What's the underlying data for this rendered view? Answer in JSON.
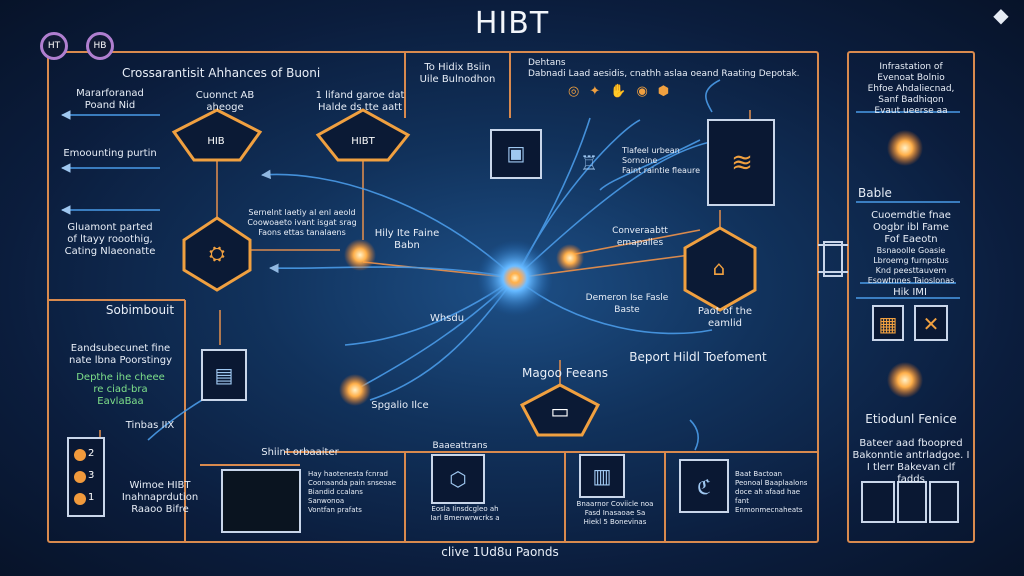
{
  "title": "HIBT",
  "header": {
    "logo_left": "HT",
    "logo_right": "HB",
    "corner_icon": "tilted-square-icon"
  },
  "footer": {
    "caption": "clive 1Ud8u Paonds"
  },
  "left_panel": {
    "heading": "Crossarantisit Ahhances of Buoni",
    "items": [
      "Mararforanad\nPoand Nid",
      "Emoounting purtin",
      "Gluamont parted\nof ltayy rooothig,\nCating Nlaeonatte",
      "Sobimbouit",
      "Eandsubecunet fine\nnate lbna Poorstingy",
      "Depthe ihe cheee\nre ciad-bra\nEavlaBaa",
      "Tinbas IIX",
      "Wimoe HIBT\nInahnaprdution\nRaaoo Bifre",
      "Shiint orbaaiter"
    ],
    "steps": [
      "2",
      "3",
      "1"
    ]
  },
  "center": {
    "node_labels": [
      "Cuonnct AB aheoge",
      "1 lifand garoe dat\nHalde ds tte aatt",
      "HIB",
      "HIBT",
      "Sernelnt laetiy al enl aeold\nCoowoaeto ivant isgat srag\nFaons ettas tanalaens",
      "Hily Ite Faine\nBabn",
      "Whsdu",
      "Spgalio Ilce",
      "To Hidix Bsiin\nUile Bulnodhon",
      "Dehtans\nDabnadi Laad aesidis, cnathh aslaa oeand Raating Depotak.",
      "Tlafeel urbean\nSornoine\nFaint raintie fleaure",
      "Converaabtt emapalles",
      "Demeron Ise Fasle Baste",
      "Paot of the eamlid",
      "Beport Hildl Toefoment",
      "Magoo Feeans",
      "Baaeattrans",
      "Hay haotenesta fcnrad\nCoonaanda pain snseoae\nBiandid ccalans Sanwonoa\nVontfan prafats",
      "Eosla Iinsdcgleo ah\nIarl Bmenwrwcrks a",
      "Bnaarnor Coviicle noa\nFasd Inasaoae Sa\nHiekl 5 Bonevinas",
      "Baat Bactoan\nPeonoal Baaplaalons\ndoce ah afaad hae fant\nEnmonmecnaheats"
    ]
  },
  "right_panel": {
    "items": [
      "Infrastation of\nEvenoat Bolnio\nEhfoe Ahdaliecnad,\nSanf Badhiqon\nEvaut ueerse aa",
      "Bable",
      "Cuoemdtie fnae\nOogbr ibl Fame\nFof Eaeotn",
      "Bsnaoolle Goasie\nLbroemg furnpstus\nKnd peesttauvem\nEsowtnnes Taioslonas",
      "Hik IMI",
      "Etiodunl Fenice",
      "Bateer aad fboopred\nBakonntie antrladgoe. I\nI tlerr Bakevan clf fadds"
    ]
  },
  "icons": [
    "lock-icon",
    "idea-icon",
    "hand-icon",
    "globe-icon",
    "shield-icon",
    "lantern-icon",
    "document-icon",
    "trophy-icon",
    "wallet-icon",
    "cpu-icon",
    "network-icon",
    "bars-icon",
    "coin-icon"
  ],
  "colors": {
    "background": "#0b1d3d",
    "line": "#d98a4e",
    "accent_blue": "#4a9be8",
    "node_outline": "#f0a040",
    "glow": "#ffb04a"
  }
}
